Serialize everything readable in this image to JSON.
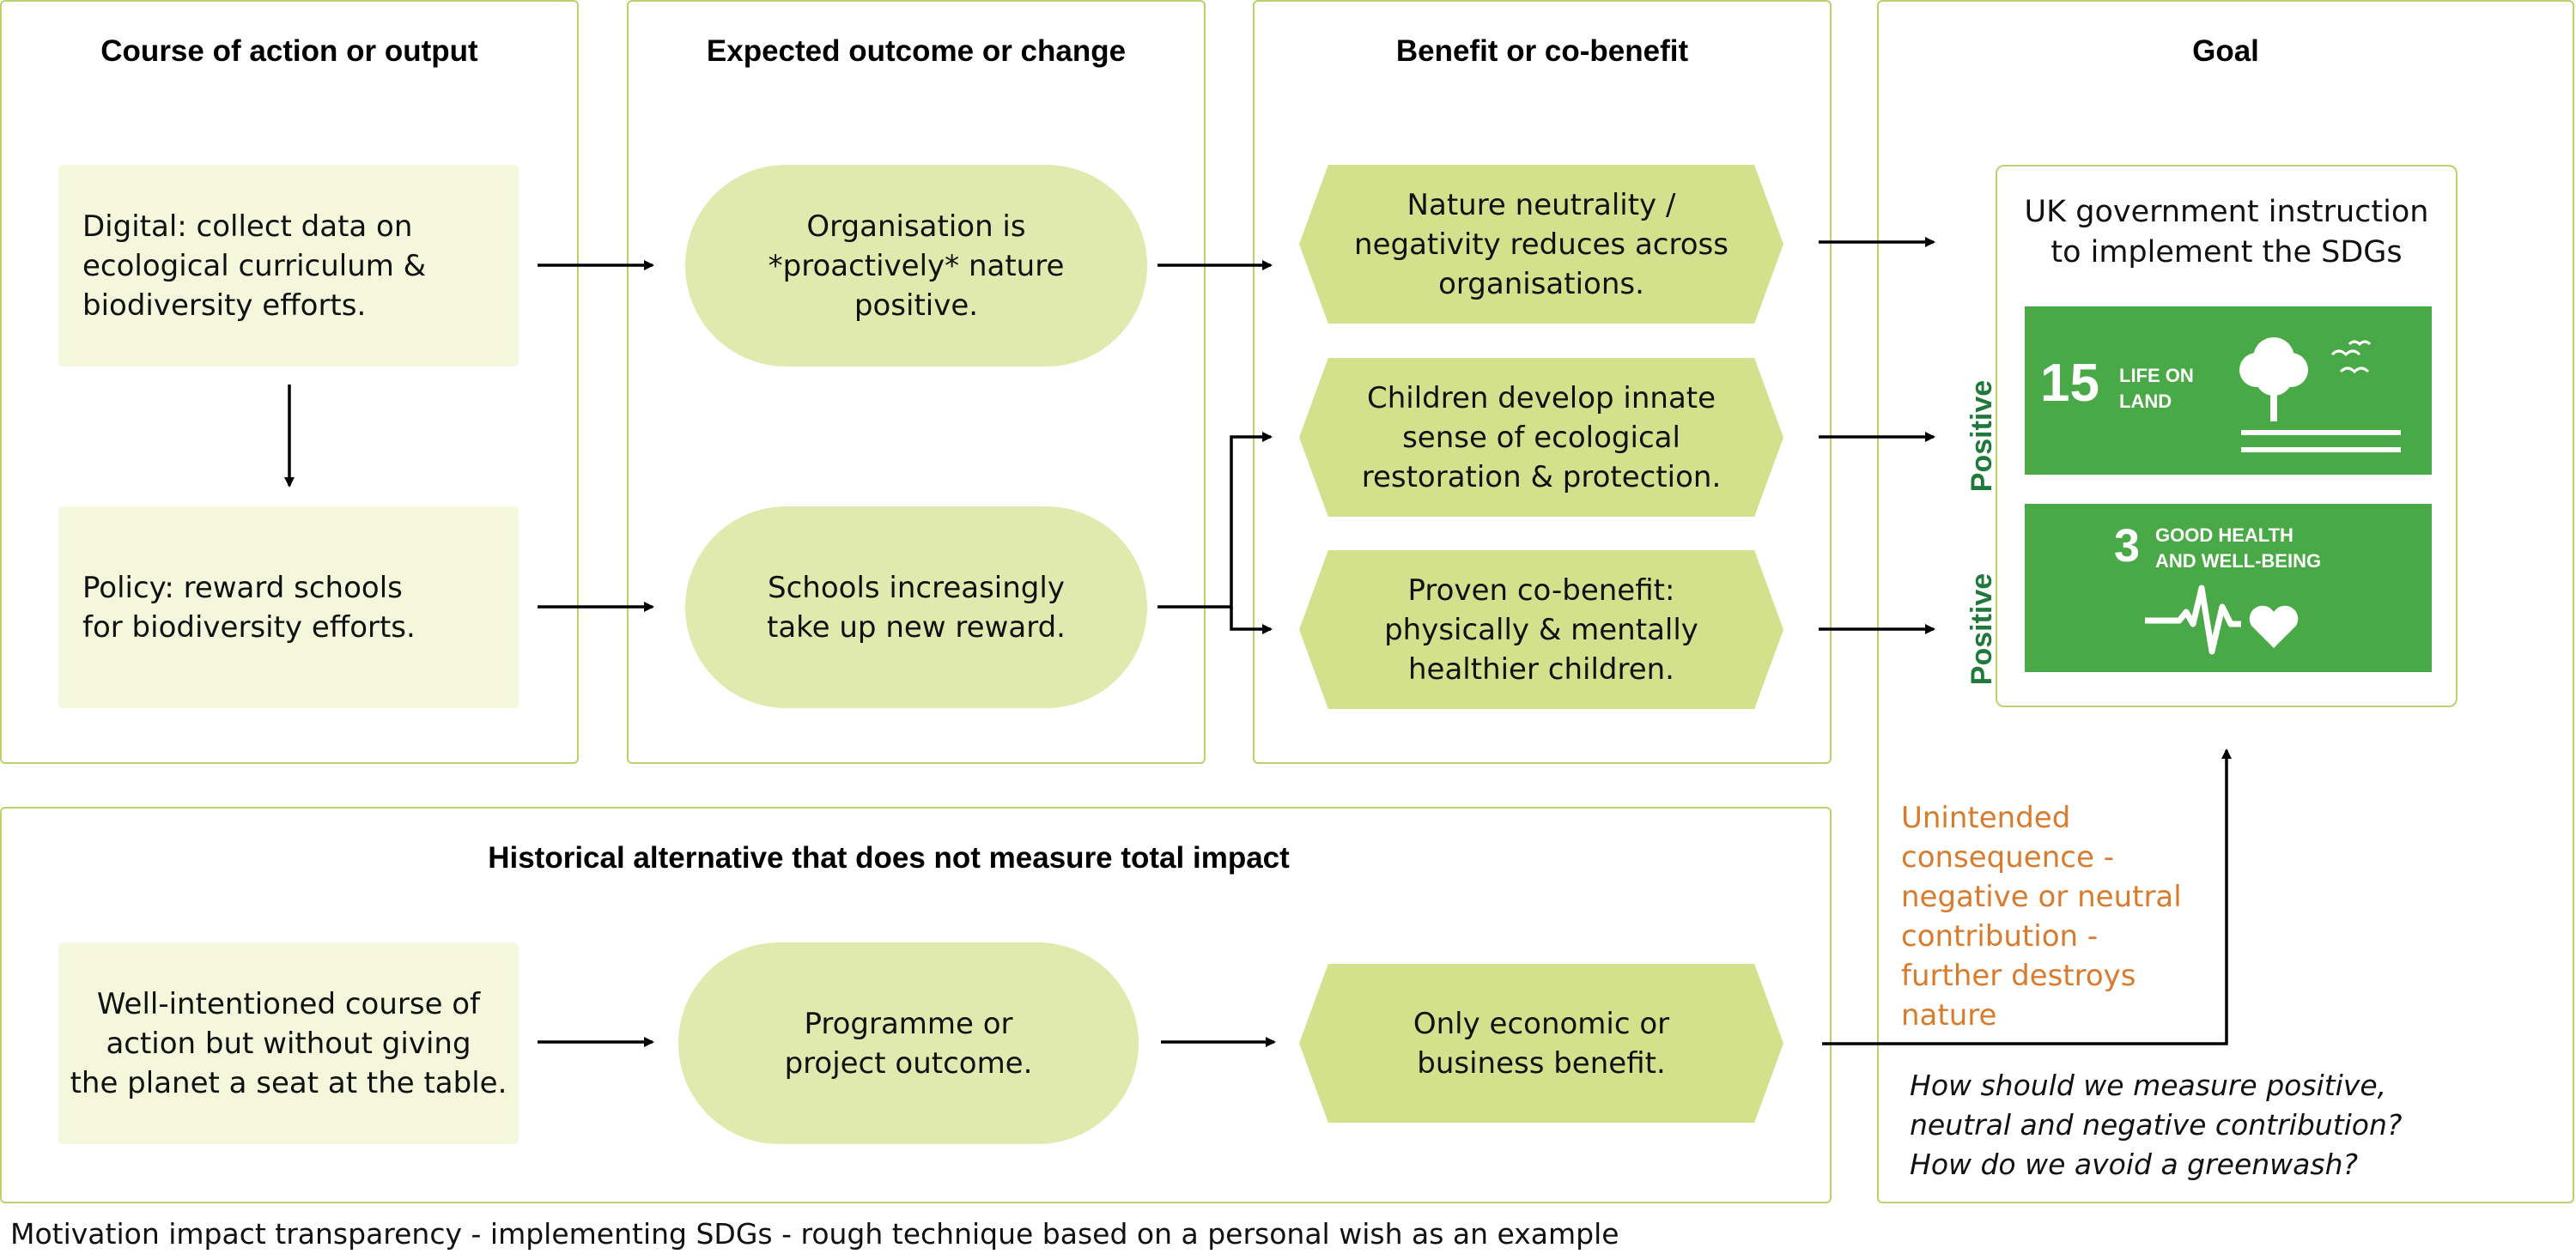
{
  "columns": {
    "course": "Course of action or output",
    "outcome": "Expected outcome or change",
    "benefit": "Benefit or co-benefit",
    "goal": "Goal"
  },
  "nodes": {
    "digital": "Digital: collect data on\necological curriculum &\nbiodiversity efforts.",
    "policy": "Policy: reward schools\nfor biodiversity efforts.",
    "proactive": "Organisation is\n*proactively* nature\npositive.",
    "schools": "Schools increasingly\ntake up new reward.",
    "neutrality": "Nature neutrality /\nnegativity reduces across\norganisations.",
    "children": "Children develop innate\nsense of ecological\nrestoration & protection.",
    "cobenefit": "Proven co-benefit:\nphysically & mentally\nhealthier children."
  },
  "goal": {
    "instruction": "UK government instruction\nto implement the SDGs",
    "positive_1": "Positive",
    "positive_2": "Positive",
    "sdg15": {
      "number": "15",
      "label": "LIFE ON\nLAND"
    },
    "sdg3": {
      "number": "3",
      "label": "GOOD HEALTH\nAND WELL-BEING"
    }
  },
  "historical": {
    "title": "Historical alternative that does not measure total impact",
    "course": "Well-intentioned course of\naction but without giving\nthe planet a seat at the table.",
    "outcome": "Programme or\nproject outcome.",
    "benefit": "Only economic or\nbusiness benefit."
  },
  "unintended": "Unintended\nconsequence -\nnegative or neutral\ncontribution -\nfurther destroys\nnature",
  "questions": "How should we measure positive,\nneutral and negative contribution?\nHow do we avoid a greenwash?",
  "caption": "Motivation impact transparency - implementing SDGs - rough technique based on a personal wish as an example",
  "colors": {
    "panel_border": "#b9d36a",
    "rect_fill": "#f4f7dc",
    "pill_fill": "#e1eaae",
    "hex_fill": "#d3e18d",
    "sdg_green": "#4aa947",
    "orange": "#d97b2c",
    "positive_green": "#1f7a3a"
  }
}
